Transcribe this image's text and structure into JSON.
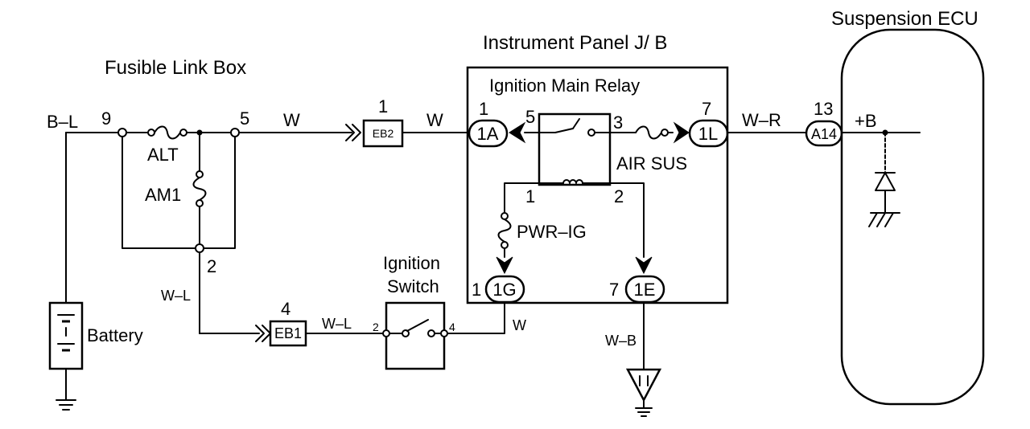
{
  "labels": {
    "fusible_link_box": "Fusible Link Box",
    "instrument_panel": "Instrument Panel J/ B",
    "ignition_main_relay": "Ignition Main Relay",
    "suspension_ecu": "Suspension ECU",
    "battery": "Battery",
    "ignition_switch_1": "Ignition",
    "ignition_switch_2": "Switch",
    "alt": "ALT",
    "am1": "AM1",
    "air_sus": "AIR SUS",
    "pwr_ig": "PWR–IG",
    "plus_b": "+B"
  },
  "wires": {
    "b_l": "B–L",
    "w_1": "W",
    "w_2": "W",
    "w_r": "W–R",
    "w_l_1": "W–L",
    "w_l_2": "W–L",
    "w_3": "W",
    "w_b": "W–B"
  },
  "connectors": {
    "eb2": "EB2",
    "eb1": "EB1",
    "c1a": "1A",
    "c1l": "1L",
    "a14": "A14",
    "c1g": "1G",
    "c1e": "1E"
  },
  "pins": {
    "flb_9": "9",
    "flb_5": "5",
    "flb_2": "2",
    "eb2_1": "1",
    "c1a_1": "1",
    "relay_5": "5",
    "relay_3": "3",
    "c1l_7": "7",
    "a14_13": "13",
    "relay_1": "1",
    "relay_2": "2",
    "c1g_1": "1",
    "c1e_7": "7",
    "eb1_4": "4",
    "sw_2": "2",
    "sw_4": "4"
  }
}
